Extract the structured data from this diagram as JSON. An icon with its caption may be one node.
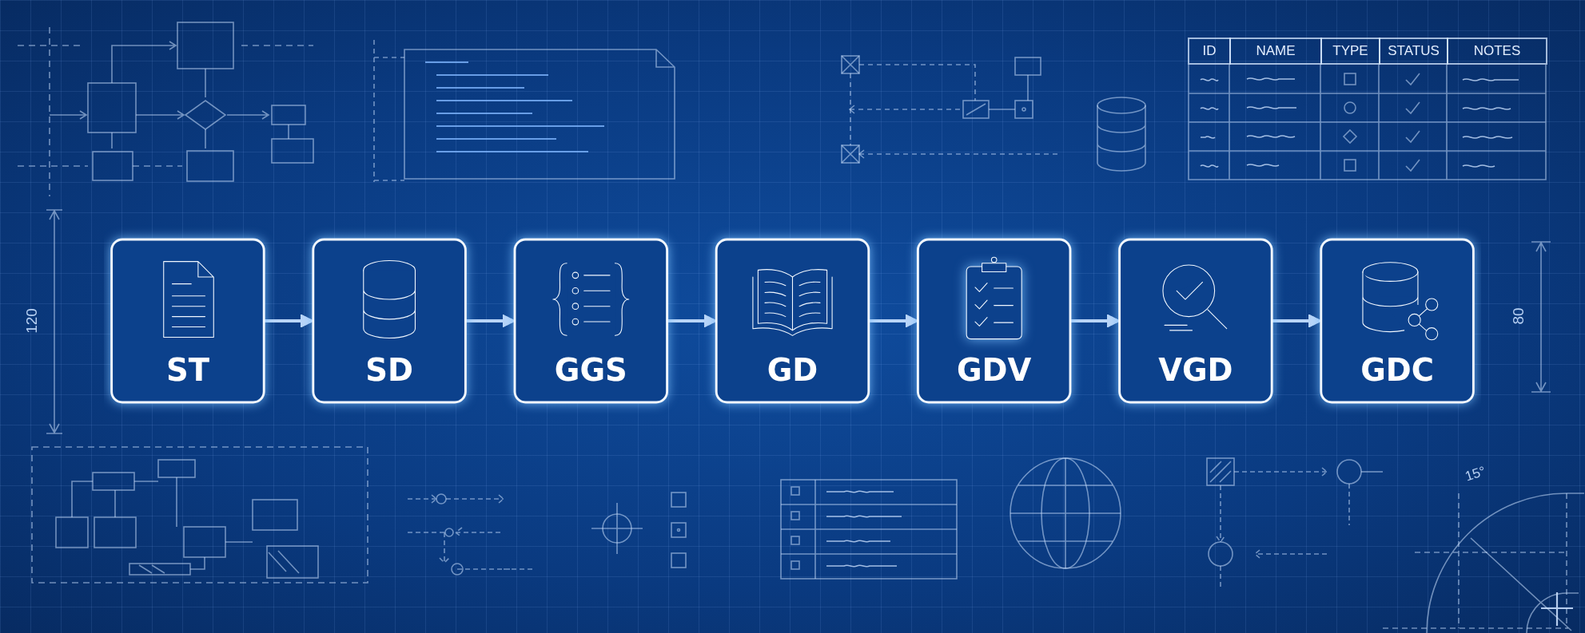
{
  "diagram": {
    "nodes": [
      {
        "text": [
          "ST"
        ]
      },
      {
        "text": [
          "SD"
        ]
      },
      {
        "text": [
          "GGS"
        ]
      },
      {
        "text": [
          "GD"
        ]
      },
      {
        "text": [
          "GDV"
        ]
      },
      {
        "text": [
          "VGD"
        ]
      },
      {
        "text": [
          "GDC"
        ]
      }
    ],
    "edges": [
      {
        "from": 0,
        "to": 1,
        "arrow": "to"
      },
      {
        "from": 1,
        "to": 2,
        "arrow": "to"
      },
      {
        "from": 2,
        "to": 3,
        "arrow": "to"
      },
      {
        "from": 3,
        "to": 4,
        "arrow": "to"
      },
      {
        "from": 4,
        "to": 5,
        "arrow": "to"
      },
      {
        "from": 5,
        "to": 6,
        "arrow": "to"
      }
    ],
    "labels": [
      "ID",
      "NAME",
      "TYPE",
      "STATUS",
      "NOTES",
      "120",
      "80",
      "15°"
    ]
  }
}
